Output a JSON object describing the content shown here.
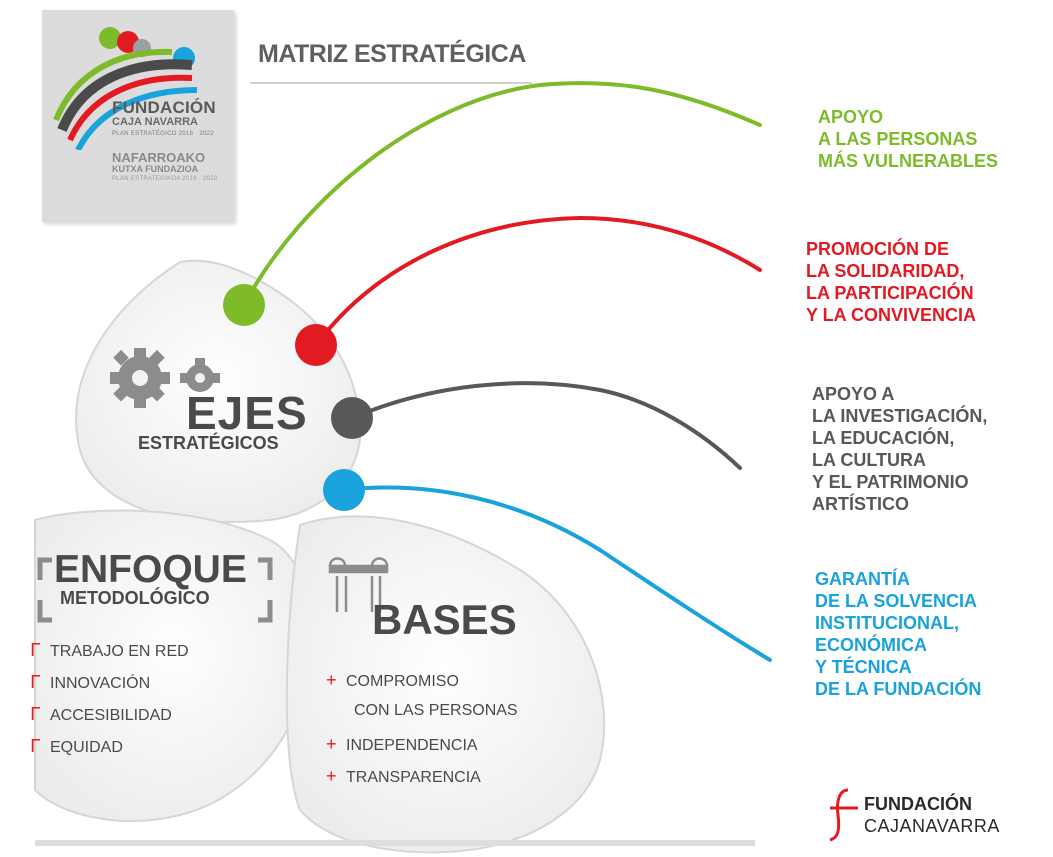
{
  "logo": {
    "line1": "FUNDACIÓN",
    "line2": "CAJA NAVARRA",
    "line3": "PLAN ESTRATÉGICO 2018 · 2022",
    "line4": "NAFARROAKO",
    "line5": "KUTXA FUNDAZIOA",
    "line6": "PLAN ESTRATEGIKOA 2018 · 2022"
  },
  "title": "MATRIZ ESTRATÉGICA",
  "axes": [
    {
      "color": "#7dbb2b",
      "lines": [
        "APOYO",
        "A LAS PERSONAS",
        "MÁS VULNERABLES"
      ]
    },
    {
      "color": "#e21a22",
      "lines": [
        "PROMOCIÓN DE",
        "LA SOLIDARIDAD,",
        "LA PARTICIPACIÓN",
        "Y LA CONVIVENCIA"
      ]
    },
    {
      "color": "#585858",
      "lines": [
        "APOYO A",
        "LA INVESTIGACIÓN,",
        "LA EDUCACIÓN,",
        "LA CULTURA",
        "Y EL PATRIMONIO",
        "ARTÍSTICO"
      ]
    },
    {
      "color": "#1aa2dc",
      "lines": [
        "GARANTÍA",
        "DE LA SOLVENCIA",
        "INSTITUCIONAL,",
        "ECONÓMICA",
        "Y TÉCNICA",
        "DE LA FUNDACIÓN"
      ]
    }
  ],
  "ejes": {
    "word": "EJES",
    "sub": "ESTRATÉGICOS"
  },
  "enfoque": {
    "word": "ENFOQUE",
    "sub": "METODOLÓGICO",
    "items": [
      "TRABAJO EN RED",
      "INNOVACIÓN",
      "ACCESIBILIDAD",
      "EQUIDAD"
    ]
  },
  "bases": {
    "word": "BASES",
    "items": [
      "COMPROMISO",
      "CON LAS PERSONAS",
      "INDEPENDENCIA",
      "TRANSPARENCIA"
    ]
  },
  "footer": {
    "line1": "FUNDACIÓN",
    "line2": "CAJANAVARRA"
  }
}
